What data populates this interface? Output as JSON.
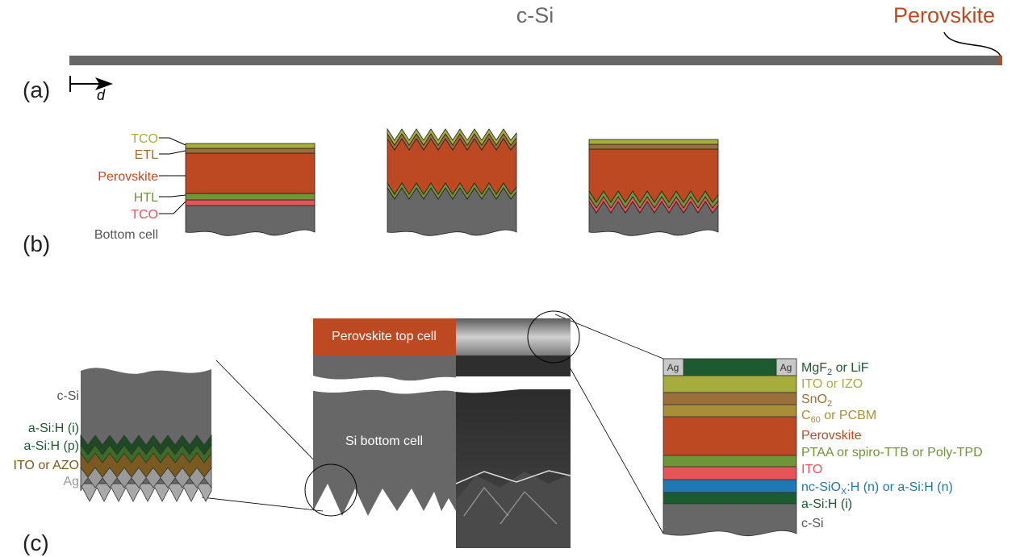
{
  "panel_a": {
    "label": "(a)",
    "csi_label": "c-Si",
    "perovskite_label": "Perovskite",
    "depth_symbol": "d"
  },
  "panel_b": {
    "label": "(b)",
    "layers": {
      "tco_top": "TCO",
      "etl": "ETL",
      "perovskite": "Perovskite",
      "htl": "HTL",
      "tco_bottom": "TCO",
      "bottom_cell": "Bottom cell"
    }
  },
  "panel_c": {
    "label": "(c)",
    "left": {
      "csi": "c-Si",
      "asih_i": "a-Si:H (i)",
      "asih_p": "a-Si:H (p)",
      "ito_azo": "ITO or AZO",
      "ag": "Ag"
    },
    "center": {
      "top_cell": "Perovskite top cell",
      "bottom_cell": "Si bottom cell"
    },
    "right": {
      "ag_left": "Ag",
      "ag_right": "Ag",
      "mgf2_a": "MgF",
      "mgf2_sub": "2",
      "mgf2_b": " or LiF",
      "ito_izo": "ITO or IZO",
      "sno2_a": "SnO",
      "sno2_sub": "2",
      "c60_a": "C",
      "c60_sub": "60",
      "c60_b": " or PCBM",
      "perovskite": "Perovskite",
      "ptaa": "PTAA or spiro-TTB or Poly-TPD",
      "ito": "ITO",
      "ncsiox_a": "nc-SiO",
      "ncsiox_sub": "X",
      "ncsiox_b": ":H (n) or a-Si:H (n)",
      "asih_i": "a-Si:H (i)",
      "csi": "c-Si"
    }
  },
  "colors": {
    "grey": "#676767",
    "perovskite": "#bc4922",
    "tco": "#a7ad3c",
    "etl": "#9c6e39",
    "htl": "#6e9637",
    "ito_red": "#e6545a",
    "dark_green": "#1d5a2f",
    "blue": "#1f77b4"
  }
}
